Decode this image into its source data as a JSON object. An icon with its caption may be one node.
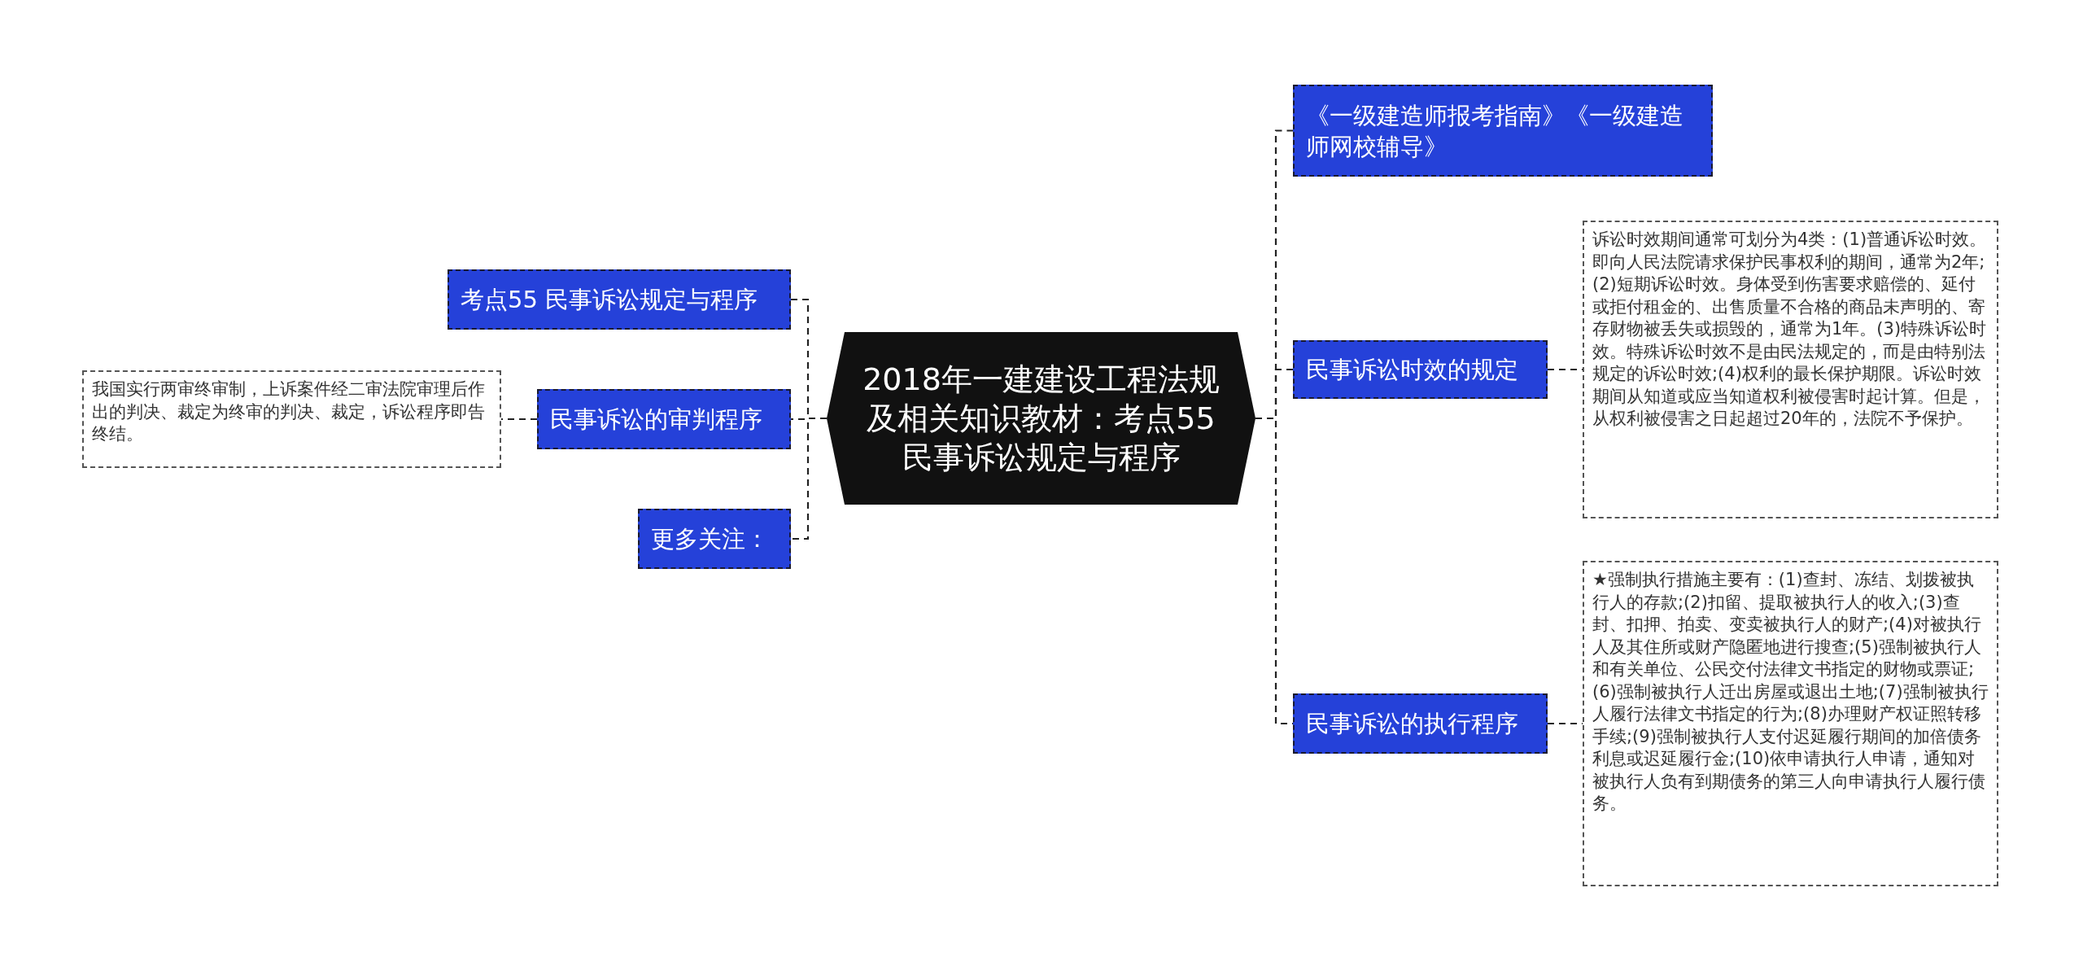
{
  "diagram": {
    "nodes": [
      {
        "text": [
          "2018年一建建设工程法规及相关知识教材：考点55 民事诉讼规定与程序"
        ]
      },
      {
        "text": [
          "考点55 民事诉讼规定与程序"
        ]
      },
      {
        "text": [
          "民事诉讼的审判程序"
        ]
      },
      {
        "text": [
          "更多关注："
        ]
      },
      {
        "text": [
          "我国实行两审终审制，上诉案件经二审法院审理后作出的判决、裁定为终审的判决、裁定，诉讼程序即告终结。"
        ]
      },
      {
        "text": [
          "《一级建造师报考指南》《一级建造师网校辅导》"
        ]
      },
      {
        "text": [
          "民事诉讼时效的规定"
        ]
      },
      {
        "text": [
          "诉讼时效期间通常可划分为4类：(1)普通诉讼时效。即向人民法院请求保护民事权利的期间，通常为2年;(2)短期诉讼时效。身体受到伤害要求赔偿的、延付或拒付租金的、出售质量不合格的商品未声明的、寄存财物被丢失或损毁的，通常为1年。(3)特殊诉讼时效。特殊诉讼时效不是由民法规定的，而是由特别法规定的诉讼时效;(4)权利的最长保护期限。诉讼时效期间从知道或应当知道权利被侵害时起计算。但是，从权利被侵害之日起超过20年的，法院不予保护。"
        ]
      },
      {
        "text": [
          "民事诉讼的执行程序"
        ]
      },
      {
        "text": [
          "★强制执行措施主要有：(1)查封、冻结、划拨被执行人的存款;(2)扣留、提取被执行人的收入;(3)查封、扣押、拍卖、变卖被执行人的财产;(4)对被执行人及其住所或财产隐匿地进行搜查;(5)强制被执行人和有关单位、公民交付法律文书指定的财物或票证;(6)强制被执行人迁出房屋或退出土地;(7)强制被执行人履行法律文书指定的行为;(8)办理财产权证照转移手续;(9)强制被执行人支付迟延履行期间的加倍债务利息或迟延履行金;(10)依申请执行人申请，通知对被执行人负有到期债务的第三人向申请执行人履行债务。"
        ]
      }
    ],
    "edges": [
      {
        "from": 0,
        "to": 1,
        "arrow": "none",
        "style": "dashed"
      },
      {
        "from": 0,
        "to": 2,
        "arrow": "none",
        "style": "dashed"
      },
      {
        "from": 0,
        "to": 3,
        "arrow": "none",
        "style": "dashed"
      },
      {
        "from": 2,
        "to": 4,
        "arrow": "none",
        "style": "dashed"
      },
      {
        "from": 0,
        "to": 5,
        "arrow": "none",
        "style": "dashed"
      },
      {
        "from": 0,
        "to": 6,
        "arrow": "none",
        "style": "dashed"
      },
      {
        "from": 6,
        "to": 7,
        "arrow": "none",
        "style": "dashed"
      },
      {
        "from": 0,
        "to": 8,
        "arrow": "none",
        "style": "dashed"
      },
      {
        "from": 8,
        "to": 9,
        "arrow": "none",
        "style": "dashed"
      }
    ]
  }
}
